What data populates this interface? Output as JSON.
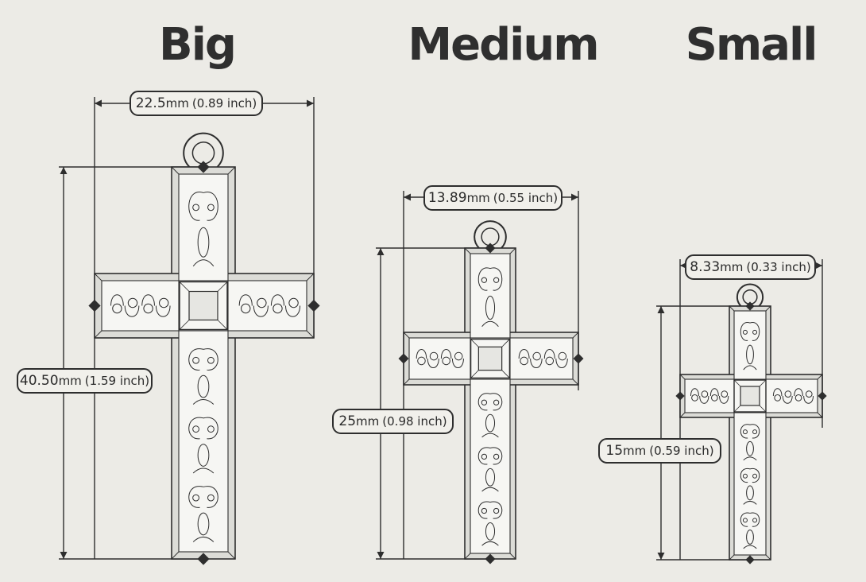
{
  "sizes": [
    {
      "title": "Big",
      "width": {
        "value": "22.5",
        "unit": "mm",
        "imperial": "(0.89 inch)"
      },
      "height": {
        "value": "40.50",
        "unit": "mm",
        "imperial": "(1.59 inch)"
      }
    },
    {
      "title": "Medium",
      "width": {
        "value": "13.89",
        "unit": "mm",
        "imperial": "(0.55 inch)"
      },
      "height": {
        "value": "25",
        "unit": "mm",
        "imperial": "(0.98 inch)"
      }
    },
    {
      "title": "Small",
      "width": {
        "value": "8.33",
        "unit": "mm",
        "imperial": "(0.33 inch)"
      },
      "height": {
        "value": "15",
        "unit": "mm",
        "imperial": "(0.59 inch)"
      }
    }
  ],
  "colors": {
    "background": "#ecebe6",
    "line": "#2e2e2e",
    "cross_face": "#f6f6f3",
    "cross_bevel": "#dcdcd7"
  }
}
